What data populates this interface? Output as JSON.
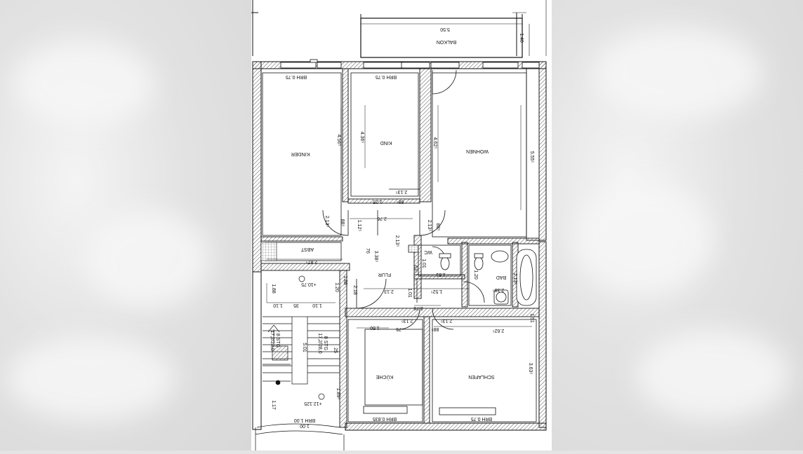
{
  "rooms": {
    "balkon": "BALKON",
    "kinder": "KINDER",
    "kind": "KIND",
    "wohnen": "WOHNEN",
    "abst": "ABST",
    "flur": "FLUR",
    "wc": "WC",
    "bad": "BAD",
    "kueche": "KÜCHE",
    "schlafen": "SCHLAFEN"
  },
  "window_labels": {
    "kinder_top": "BRH 0.75",
    "kind_top": "BRH 0.75",
    "kueche_bottom": "BRH 0.835",
    "schlafen_bottom": "BRH 0.75",
    "stair_bottom": "BRH 1.00"
  },
  "dimensions": {
    "balkon_width": "5.50",
    "balkon_depth": "1.40",
    "kinder_height": "4.56⁵",
    "kind_height": "4.36⁵",
    "wohnen_height": "4.62⁵",
    "wohnen_right": "5.55⁵",
    "door_kind_a": "2.13⁵",
    "door_kind_b": "1.25",
    "door_kind_c": "88⁵",
    "door_kinder_a": "2.13⁵",
    "door_kinder_b": "88⁵",
    "door_wohnen_a": "2.13⁵",
    "door_wohnen_b": "88⁵",
    "flur_w1": "2.76",
    "flur_w2": "2.13⁵",
    "flur_h1": "3.38⁵",
    "flur_w3": "1.12⁵",
    "flur_h2": "76",
    "abst_w": "2.87⁵",
    "wc_w": "1.51",
    "wc_h": "1.01",
    "wc_d": "63⁵",
    "bad_w": "2.38⁵",
    "bad_h": "2.13⁵",
    "bad_d": "1.20",
    "bad_e": "1.51",
    "flur_l1": "1.52⁵",
    "flur_l2": "2.13",
    "flur_l3": "1.01",
    "flur_l4": "3.76",
    "flur_l5": "2.18",
    "flur_l6": "1.88",
    "door_kueche": "2.13⁵",
    "door_kueche_b": "76",
    "door_schlafen": "2.13⁵",
    "door_schlafen_b": "88⁵",
    "kueche_w": "1.50",
    "schlafen_w": "2.62⁵",
    "schlafen_h": "3.63⁵",
    "stair_h1": "1.88",
    "stair_w1": "1.10",
    "stair_w2": "1.10",
    "stair_w3": "35",
    "stair_h2": "1.17",
    "stair_h3": "1.89⁵",
    "stair_len": "5.01",
    "stair_w4": "1.00",
    "stair_w5": "25",
    "stair_d": "1.20"
  },
  "levels": {
    "upper": "+10.75",
    "lower": "+12.125"
  },
  "stairs": {
    "left_count": "8 STG",
    "left_ratio": "17,2/28,0",
    "right_count": "8 STG",
    "right_ratio": "17,2/28,0"
  },
  "colors": {
    "line": "#111111",
    "hatch": "#444444",
    "background": "#ffffff"
  }
}
